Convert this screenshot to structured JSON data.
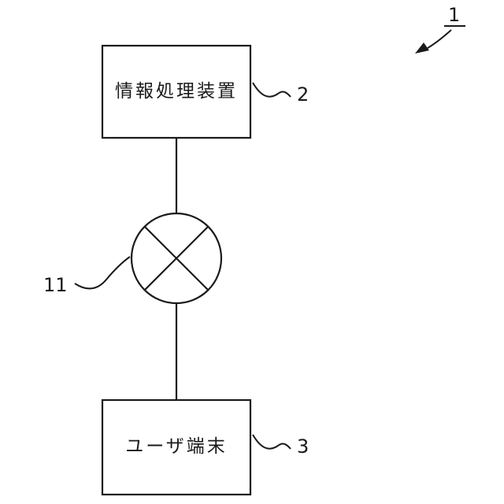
{
  "diagram": {
    "system_ref": "1",
    "top_box": {
      "label": "情報処理装置",
      "ref": "2"
    },
    "network": {
      "ref": "11"
    },
    "bottom_box": {
      "label": "ユーザ端末",
      "ref": "3"
    }
  }
}
